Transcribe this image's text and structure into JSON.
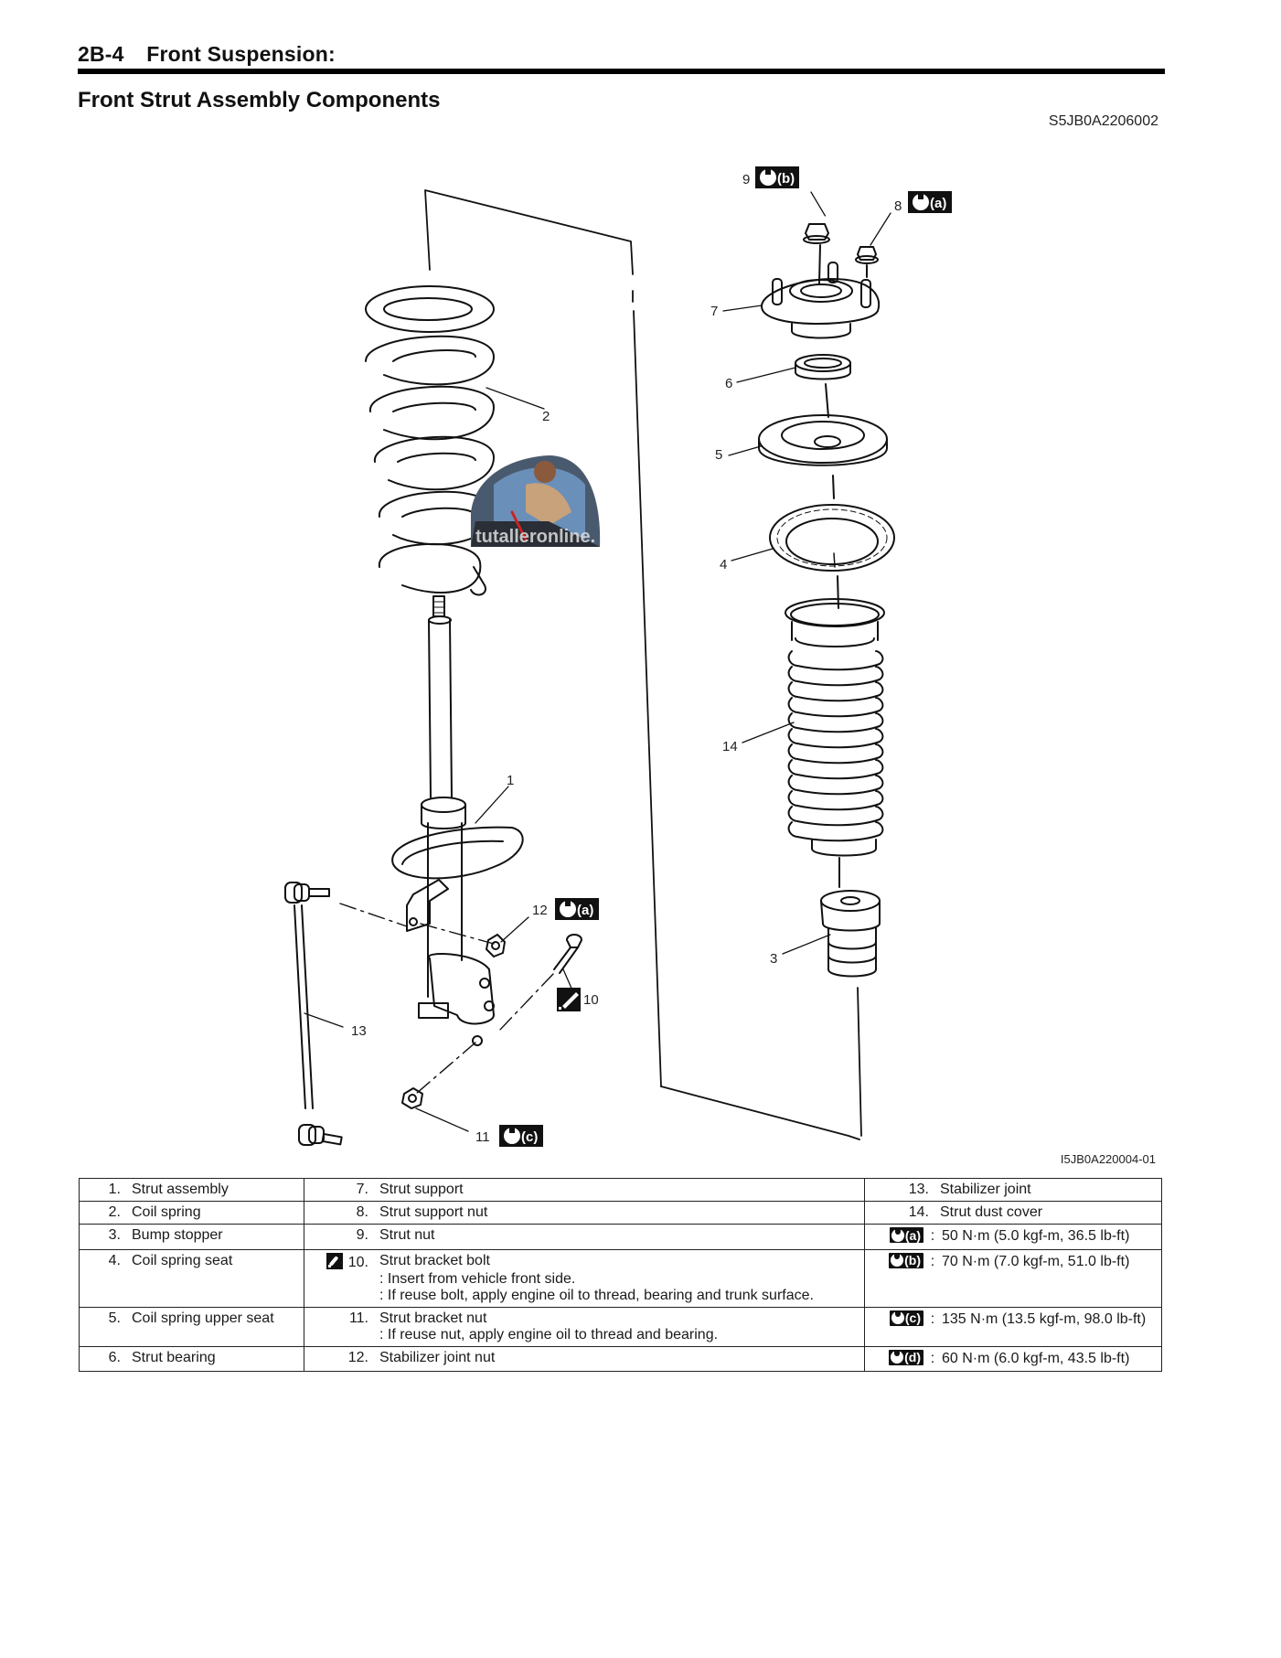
{
  "header": {
    "section_code": "2B-4",
    "section_title": "Front Suspension:"
  },
  "page_title": "Front Strut Assembly Components",
  "figure_id": "S5JB0A2206002",
  "image_id": "I5JB0A220004-01",
  "watermark": "tutalleronline.",
  "diagram": {
    "callouts": {
      "c1": "1",
      "c2": "2",
      "c3": "3",
      "c4": "4",
      "c5": "5",
      "c6": "6",
      "c7": "7",
      "c8": "8",
      "c9": "9",
      "c10": "10",
      "c11": "11",
      "c12": "12",
      "c13": "13",
      "c14": "14"
    },
    "torque_tags": {
      "c8": "(a)",
      "c9": "(b)",
      "c11": "(c)",
      "c12": "(a)"
    }
  },
  "legend": {
    "col1": [
      {
        "num": "1.",
        "label": "Strut assembly"
      },
      {
        "num": "2.",
        "label": "Coil spring"
      },
      {
        "num": "3.",
        "label": "Bump stopper"
      },
      {
        "num": "4.",
        "label": "Coil spring seat"
      },
      {
        "num": "5.",
        "label": "Coil spring upper seat"
      },
      {
        "num": "6.",
        "label": "Strut bearing"
      }
    ],
    "col2": [
      {
        "num": "7.",
        "label": "Strut support"
      },
      {
        "num": "8.",
        "label": "Strut support nut"
      },
      {
        "num": "9.",
        "label": "Strut nut"
      },
      {
        "num": "10.",
        "label": "Strut bracket bolt",
        "icon": "engine-oil-icon",
        "notes": [
          ": Insert from vehicle front side.",
          ": If reuse bolt, apply engine oil to thread, bearing and trunk surface."
        ]
      },
      {
        "num": "11.",
        "label": "Strut bracket nut",
        "notes": [
          ": If reuse nut, apply engine oil to thread and bearing."
        ]
      },
      {
        "num": "12.",
        "label": "Stabilizer joint nut"
      }
    ],
    "col3": [
      {
        "num": "13.",
        "label": "Stabilizer joint"
      },
      {
        "num": "14.",
        "label": "Strut dust cover"
      },
      {
        "tag": "(a)",
        "colon": ":",
        "value": "50 N·m (5.0 kgf-m, 36.5 lb-ft)"
      },
      {
        "tag": "(b)",
        "colon": ":",
        "value": "70 N·m (7.0 kgf-m, 51.0 lb-ft)"
      },
      {
        "tag": "(c)",
        "colon": ":",
        "value": "135 N·m (13.5 kgf-m, 98.0 lb-ft)"
      },
      {
        "tag": "(d)",
        "colon": ":",
        "value": "60 N·m (6.0 kgf-m, 43.5 lb-ft)"
      }
    ]
  }
}
